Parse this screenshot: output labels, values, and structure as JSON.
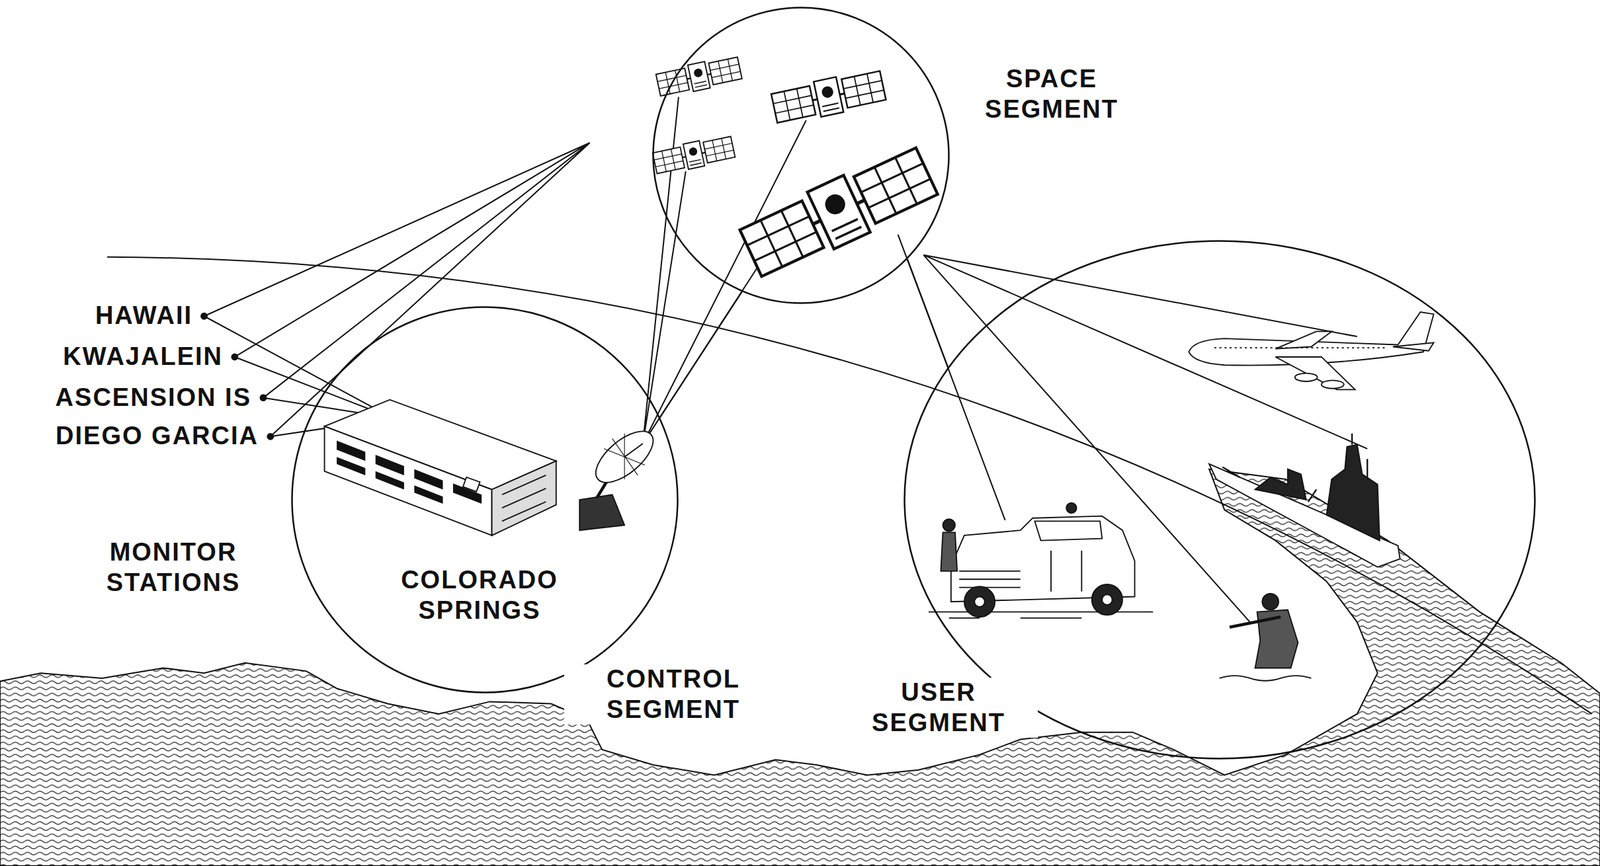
{
  "diagram": {
    "nodes": [
      {
        "text": [
          "SPACE SEGMENT"
        ]
      },
      {
        "text": [
          "COLORADO SPRINGS",
          "CONTROL SEGMENT"
        ]
      },
      {
        "text": [
          "USER SEGMENT"
        ]
      }
    ],
    "edges": [
      {
        "from": 0,
        "to": 1,
        "arrow": "none"
      },
      {
        "from": 0,
        "to": 2,
        "arrow": "none"
      }
    ],
    "labels": [
      "HAWAII",
      "KWAJALEIN",
      "ASCENSION IS",
      "DIEGO GARCIA",
      "MONITOR STATIONS"
    ]
  }
}
